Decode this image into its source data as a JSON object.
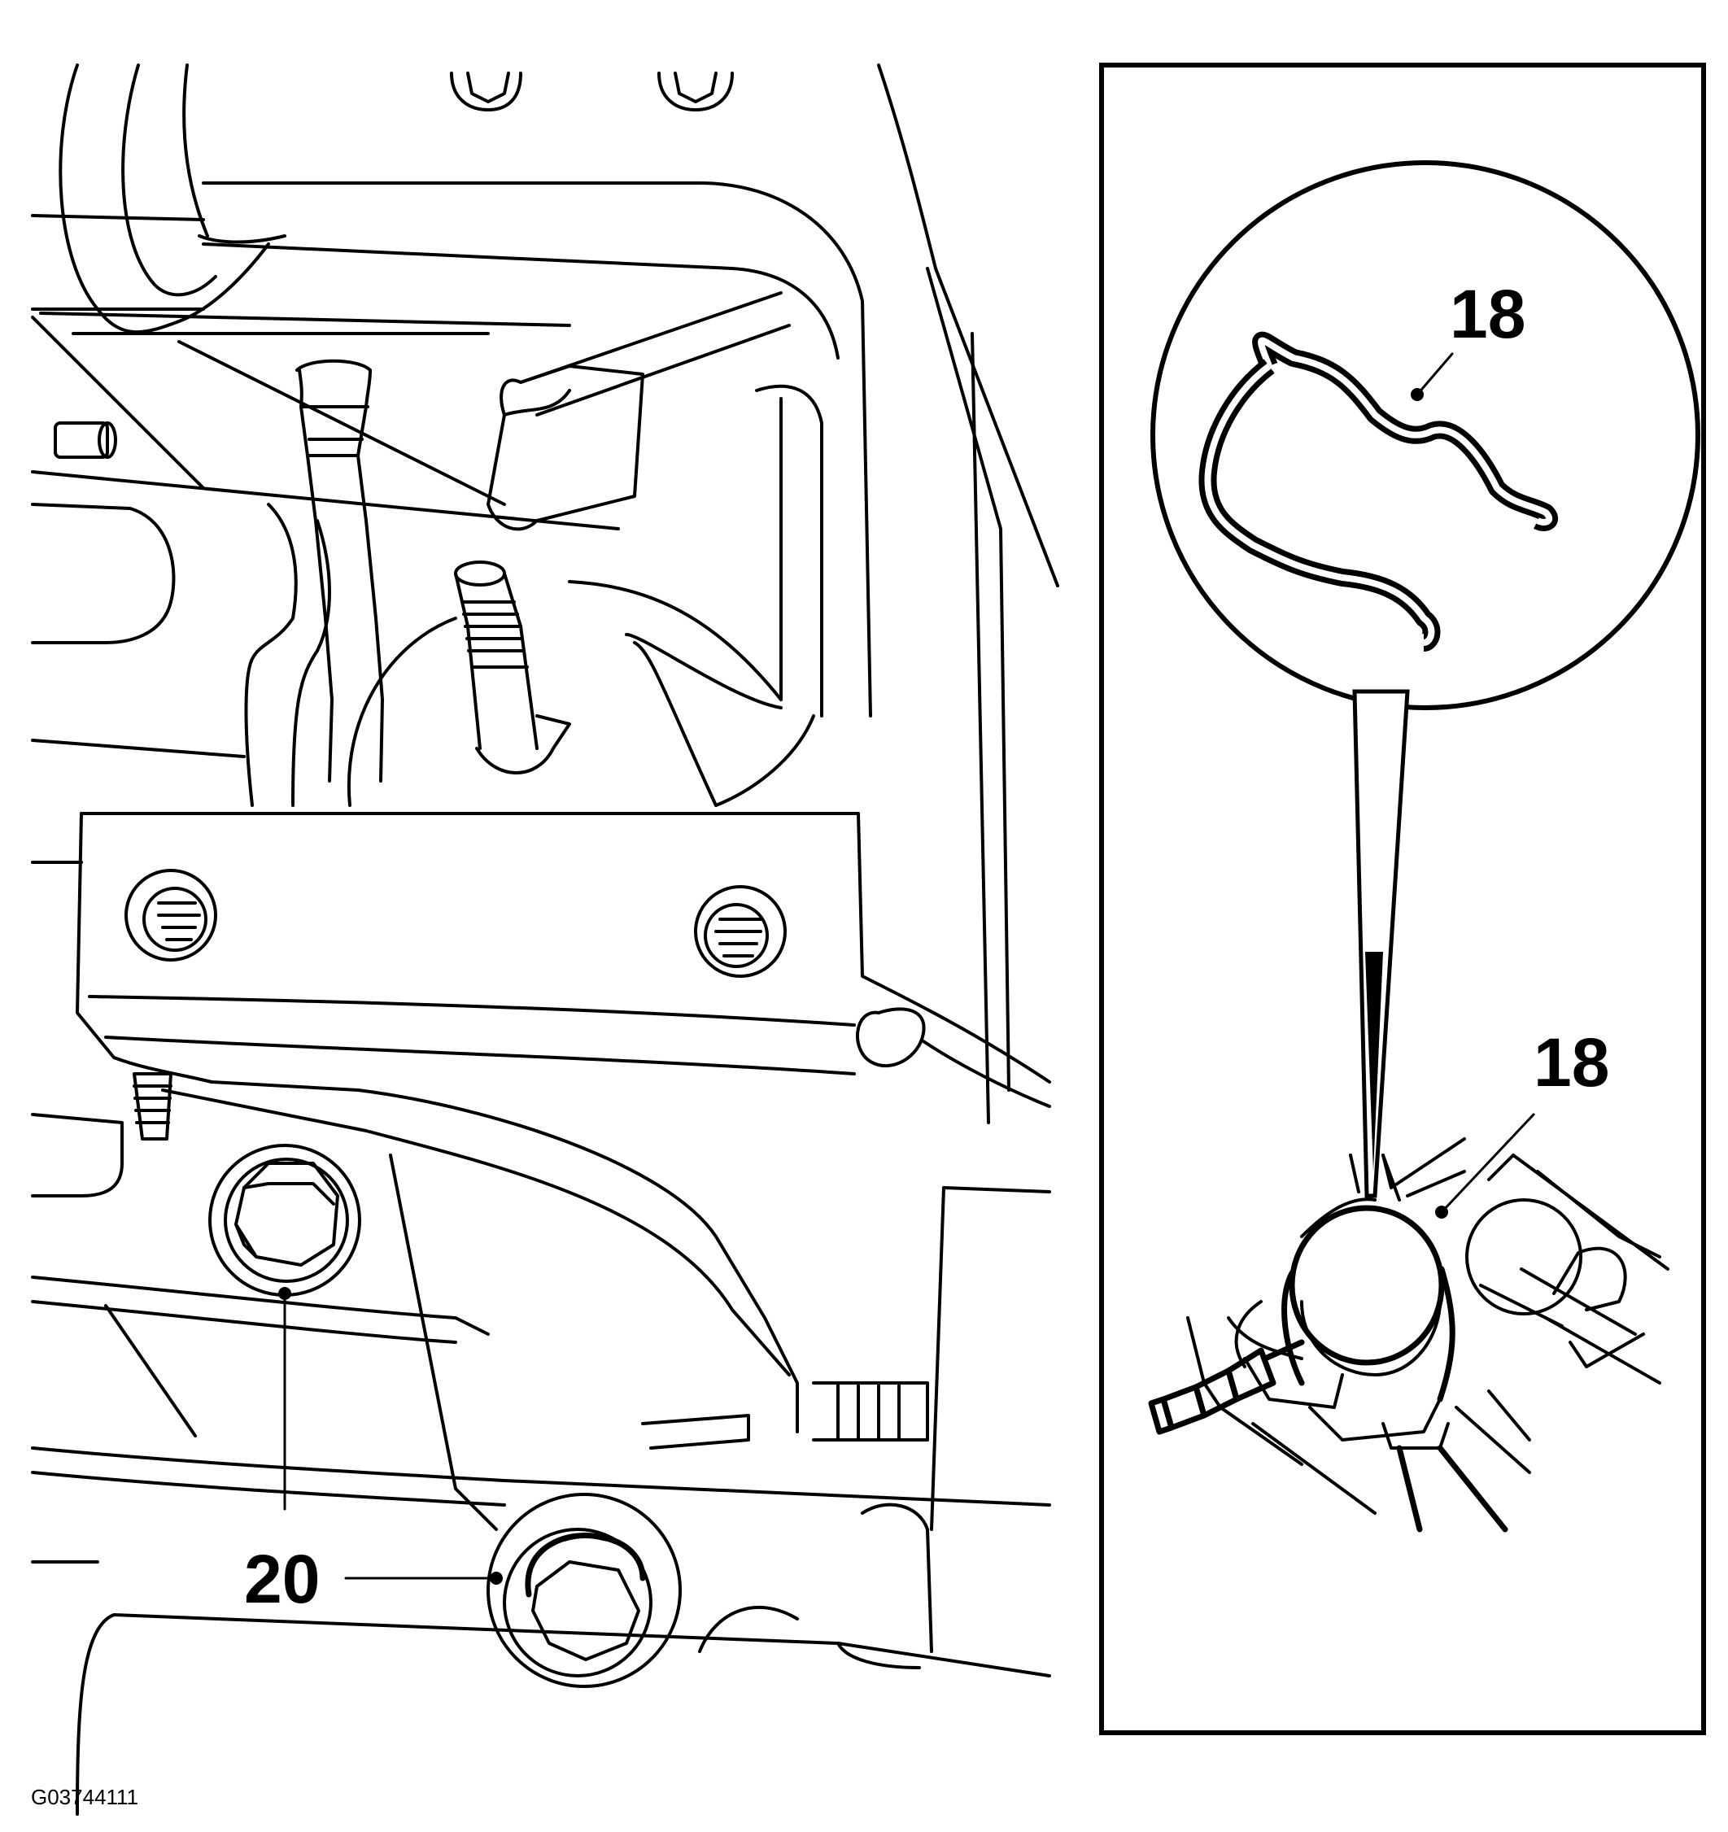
{
  "figure": {
    "callouts": {
      "bolt_callout": "20",
      "seal_callout_detail": "18",
      "seal_callout_component": "18"
    },
    "figure_id": "G03744111"
  },
  "colors": {
    "ink": "#000000",
    "paper": "#ffffff"
  }
}
